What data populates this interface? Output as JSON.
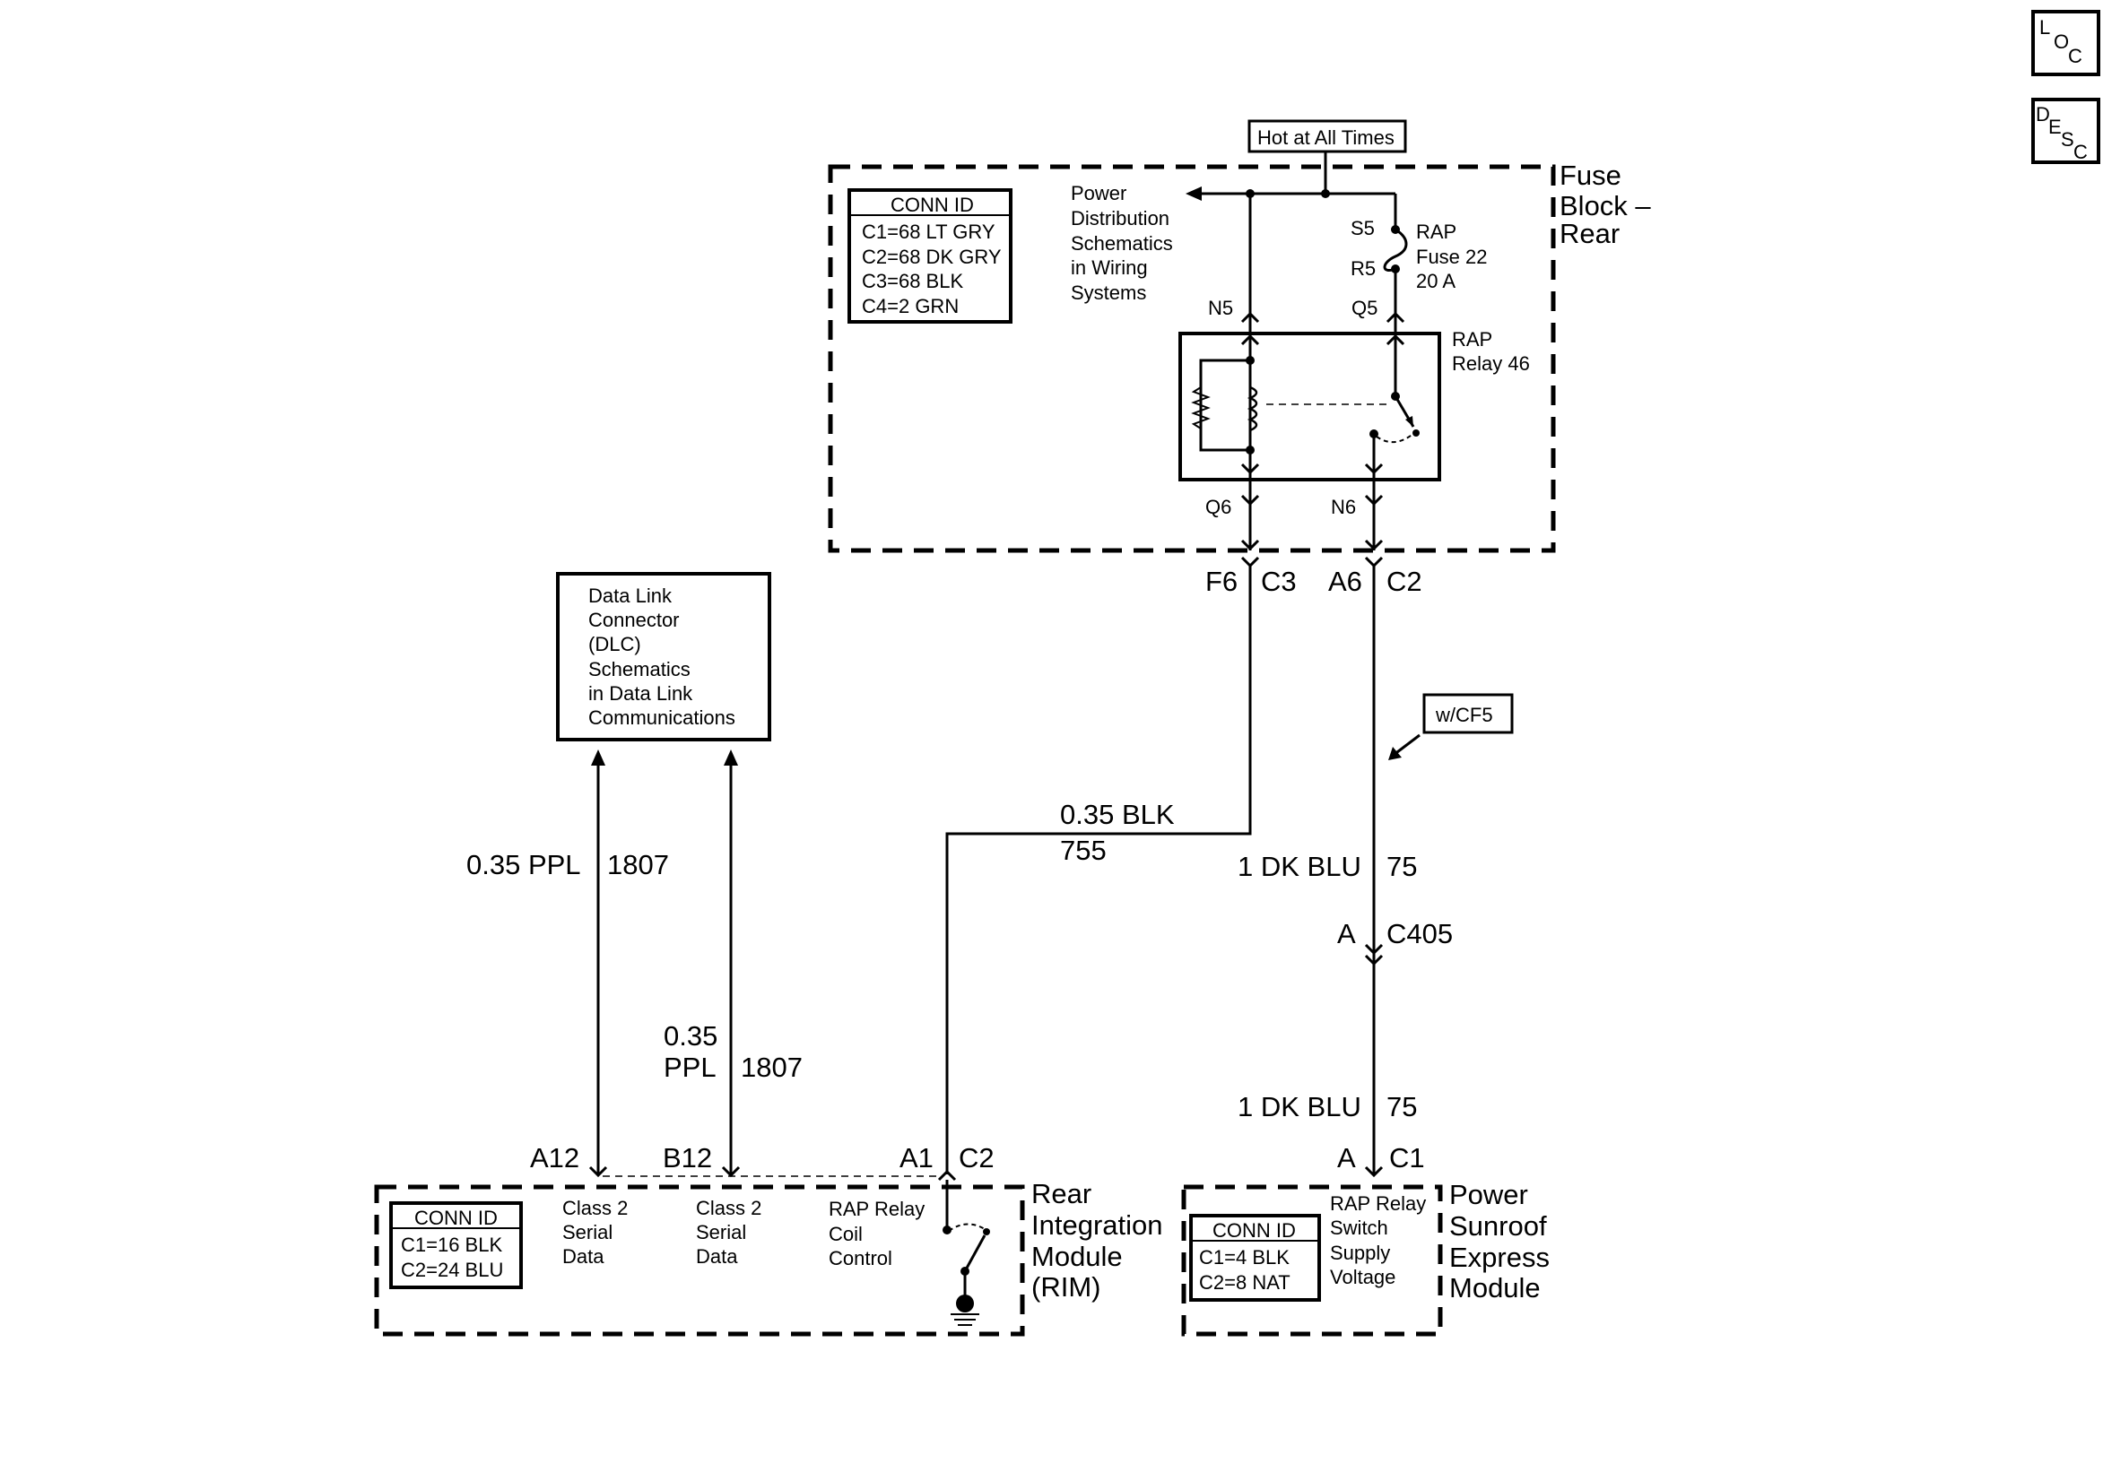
{
  "nav_icons": [
    {
      "icon": "loc-icon",
      "letters": [
        "L",
        "O",
        "C"
      ]
    },
    {
      "icon": "desc-icon",
      "letters": [
        "D",
        "E",
        "S",
        "C"
      ]
    }
  ],
  "hot_label": "Hot at All Times",
  "fuse_block": {
    "title": [
      "Fuse",
      "Block –",
      "Rear"
    ],
    "conn_id": {
      "header": "CONN ID",
      "rows": [
        "C1=68 LT GRY",
        "C2=68 DK GRY",
        "C3=68 BLK",
        "C4=2 GRN"
      ]
    },
    "power_dist": [
      "Power",
      "Distribution",
      "Schematics",
      "in Wiring",
      "Systems"
    ],
    "fuse": {
      "name": [
        "RAP",
        "Fuse 22",
        "20 A"
      ],
      "pin_top": "S5",
      "pin_bottom": "R5"
    },
    "relay": {
      "name": [
        "RAP",
        "Relay 46"
      ],
      "pins": {
        "top_left": "N5",
        "top_right": "Q5",
        "bottom_left": "Q6",
        "bottom_right": "N6"
      }
    }
  },
  "connectors": {
    "f6_c3": {
      "pin": "F6",
      "conn": "C3"
    },
    "a6_c2": {
      "pin": "A6",
      "conn": "C2"
    },
    "c405": {
      "pin": "A",
      "conn": "C405"
    }
  },
  "dlc": {
    "lines": [
      "Data Link",
      "Connector",
      "(DLC)",
      "Schematics",
      "in Data Link",
      "Communications"
    ]
  },
  "wires": {
    "ppl_left": {
      "size": "0.35 PPL",
      "circuit": "1807"
    },
    "ppl_right": {
      "size_line1": "0.35",
      "size_line2": "PPL",
      "circuit": "1807"
    },
    "blk": {
      "size": "0.35 BLK",
      "circuit": "755"
    },
    "dkblu_upper": {
      "size": "1 DK BLU",
      "circuit": "75"
    },
    "dkblu_lower": {
      "size": "1 DK BLU",
      "circuit": "75"
    }
  },
  "option_tag": "w/CF5",
  "rim": {
    "title": [
      "Rear",
      "Integration",
      "Module",
      "(RIM)"
    ],
    "conn_id": {
      "header": "CONN ID",
      "rows": [
        "C1=16 BLK",
        "C2=24 BLU"
      ]
    },
    "pins": {
      "a12": "A12",
      "b12": "B12",
      "a1": "A1",
      "c2": "C2"
    },
    "class2_a": [
      "Class 2",
      "Serial",
      "Data"
    ],
    "class2_b": [
      "Class 2",
      "Serial",
      "Data"
    ],
    "coil_control": [
      "RAP Relay",
      "Coil",
      "Control"
    ]
  },
  "sunroof": {
    "title": [
      "Power",
      "Sunroof",
      "Express",
      "Module"
    ],
    "conn_id": {
      "header": "CONN ID",
      "rows": [
        "C1=4 BLK",
        "C2=8 NAT"
      ]
    },
    "pins": {
      "a": "A",
      "c1": "C1"
    },
    "supply": [
      "RAP Relay",
      "Switch",
      "Supply",
      "Voltage"
    ]
  }
}
